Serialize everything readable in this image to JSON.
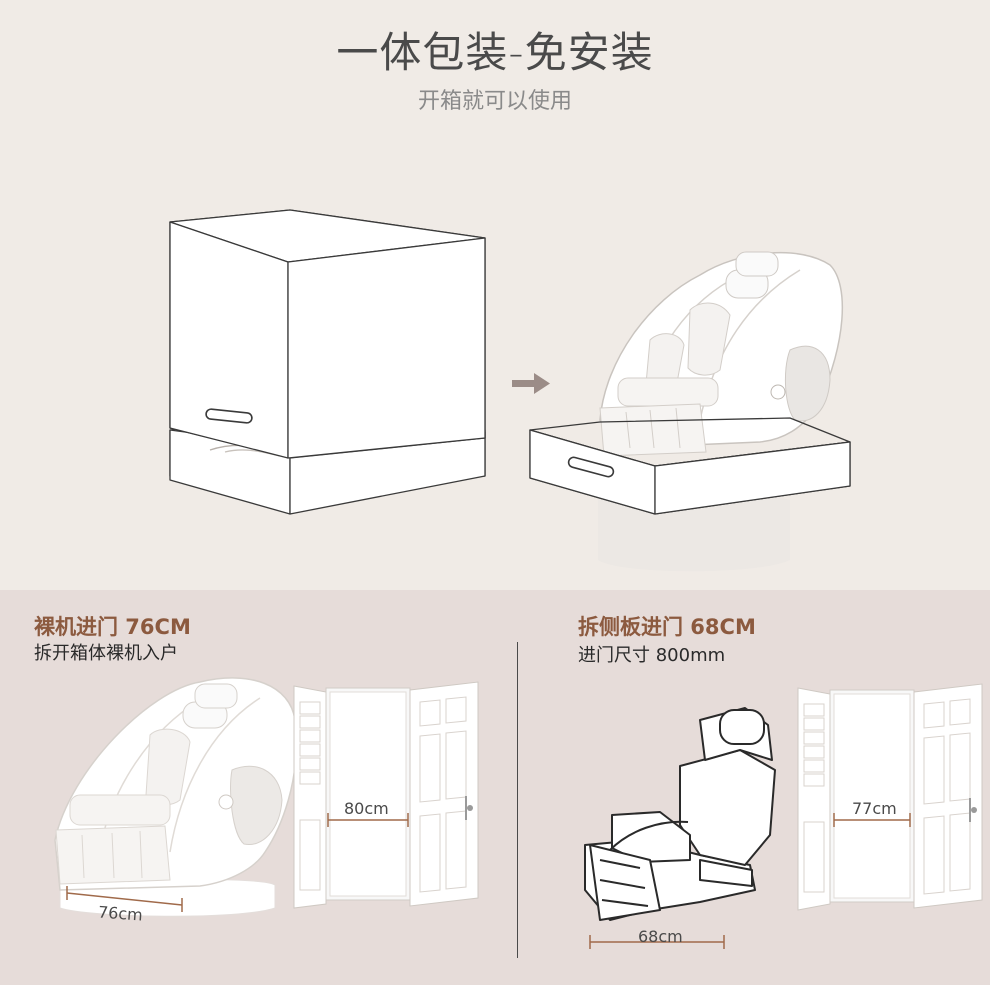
{
  "header": {
    "title": "一体包装-免安装",
    "subtitle": "开箱就可以使用"
  },
  "left_panel": {
    "title": "裸机进门 76CM",
    "subtitle": "拆开箱体裸机入户",
    "door_width_label": "80cm",
    "chair_width_label": "76cm"
  },
  "right_panel": {
    "title": "拆侧板进门 68CM",
    "subtitle": "进门尺寸 800mm",
    "door_width_label": "77cm",
    "chair_width_label": "68cm"
  },
  "icons": {
    "packaging": "closed-box-icon",
    "arrow": "arrow-right-icon",
    "unboxed": "massage-chair-in-tray-icon",
    "door": "double-door-icon"
  },
  "colors": {
    "top_background": "#f0ebe6",
    "bottom_background": "#e6dcd9",
    "accent": "#8c5a3f",
    "arrow": "#9b8c87"
  }
}
